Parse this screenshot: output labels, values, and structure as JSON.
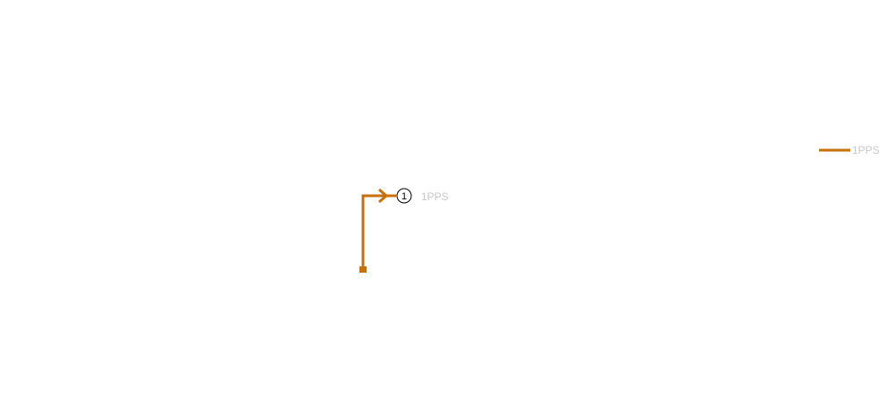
{
  "colors": {
    "background": "#ffffff",
    "wire": "#c8710a",
    "label": "#c8c8c8",
    "marker_stroke": "#000000",
    "marker_fill": "#ffffff"
  },
  "signal": {
    "name": "1PPS",
    "marker_number": "1"
  },
  "legend": {
    "label": "1PPS"
  }
}
